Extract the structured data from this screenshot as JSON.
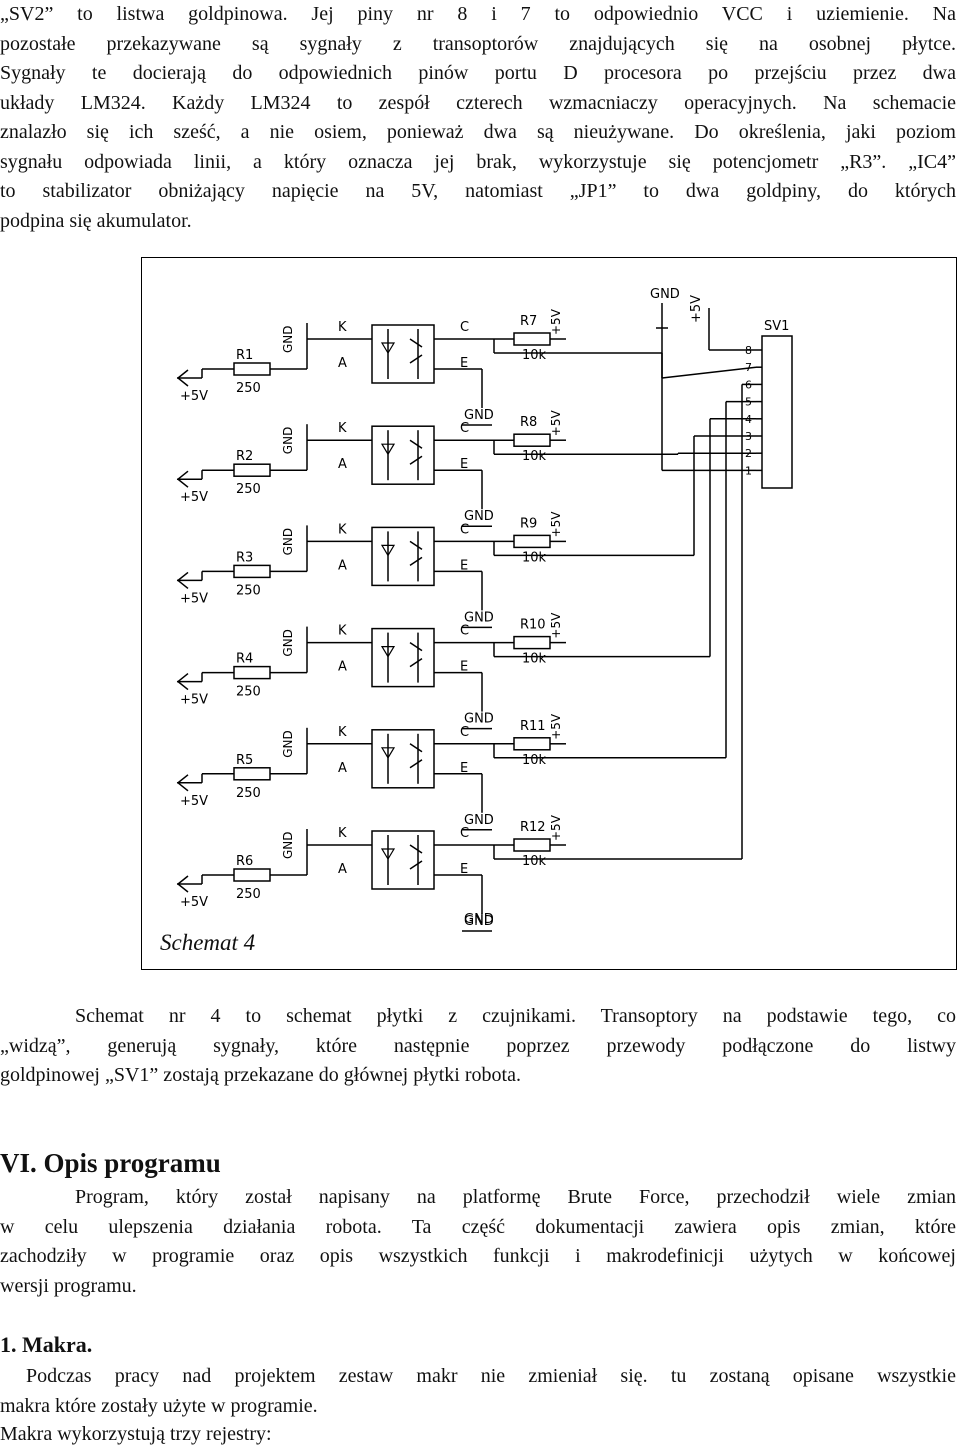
{
  "intro": {
    "lines": [
      "„SV2” to listwa goldpinowa. Jej piny nr 8 i 7 to odpowiednio VCC i uziemienie. Na",
      "pozostałe przekazywane są sygnały z transoptorów znajdujących się na osobnej płytce.",
      "Sygnały te docierają do odpowiednich pinów portu D procesora po przejściu przez dwa",
      "układy LM324. Każdy LM324 to zespół czterech wzmacniaczy operacyjnych. Na schemacie",
      "znalazło się ich sześć, a nie osiem, ponieważ dwa są nieużywane. Do określenia, jaki poziom",
      "sygnału odpowiada linii, a który oznacza jej brak, wykorzystuje się potencjometr „R3”. „IC4”",
      "to stabilizator obniżający napięcie na 5V, natomiast „JP1” to dwa goldpiny, do których",
      "podpina się akumulator."
    ]
  },
  "schematic": {
    "caption": "Schemat 4",
    "connector_label": "SV1",
    "gnd_label": "GND",
    "vcc_label": "+5V",
    "pin_numbers": [
      "8",
      "7",
      "6",
      "5",
      "4",
      "3",
      "2",
      "1"
    ],
    "channels": [
      {
        "r_in": "R1",
        "r_in_val": "250",
        "r_pull": "R7",
        "r_pull_val": "10k"
      },
      {
        "r_in": "R2",
        "r_in_val": "250",
        "r_pull": "R8",
        "r_pull_val": "10k"
      },
      {
        "r_in": "R3",
        "r_in_val": "250",
        "r_pull": "R9",
        "r_pull_val": "10k"
      },
      {
        "r_in": "R4",
        "r_in_val": "250",
        "r_pull": "R10",
        "r_pull_val": "10k"
      },
      {
        "r_in": "R5",
        "r_in_val": "250",
        "r_pull": "R11",
        "r_pull_val": "10k"
      },
      {
        "r_in": "R6",
        "r_in_val": "250",
        "r_pull": "R12",
        "r_pull_val": "10k"
      }
    ],
    "pin_labels": {
      "k": "K",
      "a": "A",
      "c": "C",
      "e": "E"
    }
  },
  "after_schem": {
    "lines": [
      "Schemat nr 4 to schemat płytki z czujnikami. Transoptory na podstawie tego, co",
      "„widzą”, generują sygnały, które następnie poprzez przewody podłączone do listwy",
      "goldpinowej „SV1” zostają przekazane do głównej płytki robota."
    ]
  },
  "section6": {
    "heading": "VI. Opis programu",
    "lines": [
      "Program, który został napisany na platformę Brute Force, przechodził wiele zmian",
      "w celu ulepszenia działania robota. Ta część dokumentacji zawiera opis zmian, które",
      "zachodziły w programie oraz opis wszystkich funkcji i makrodefinicji użytych w końcowej",
      "wersji programu."
    ]
  },
  "section1": {
    "heading": "1. Makra.",
    "lines": [
      "Podczas pracy nad projektem zestaw makr nie zmieniał się. tu zostaną opisane wszystkie",
      "makra które zostały użyte w programie."
    ],
    "last_line": "Makra wykorzystują trzy rejestry:"
  }
}
